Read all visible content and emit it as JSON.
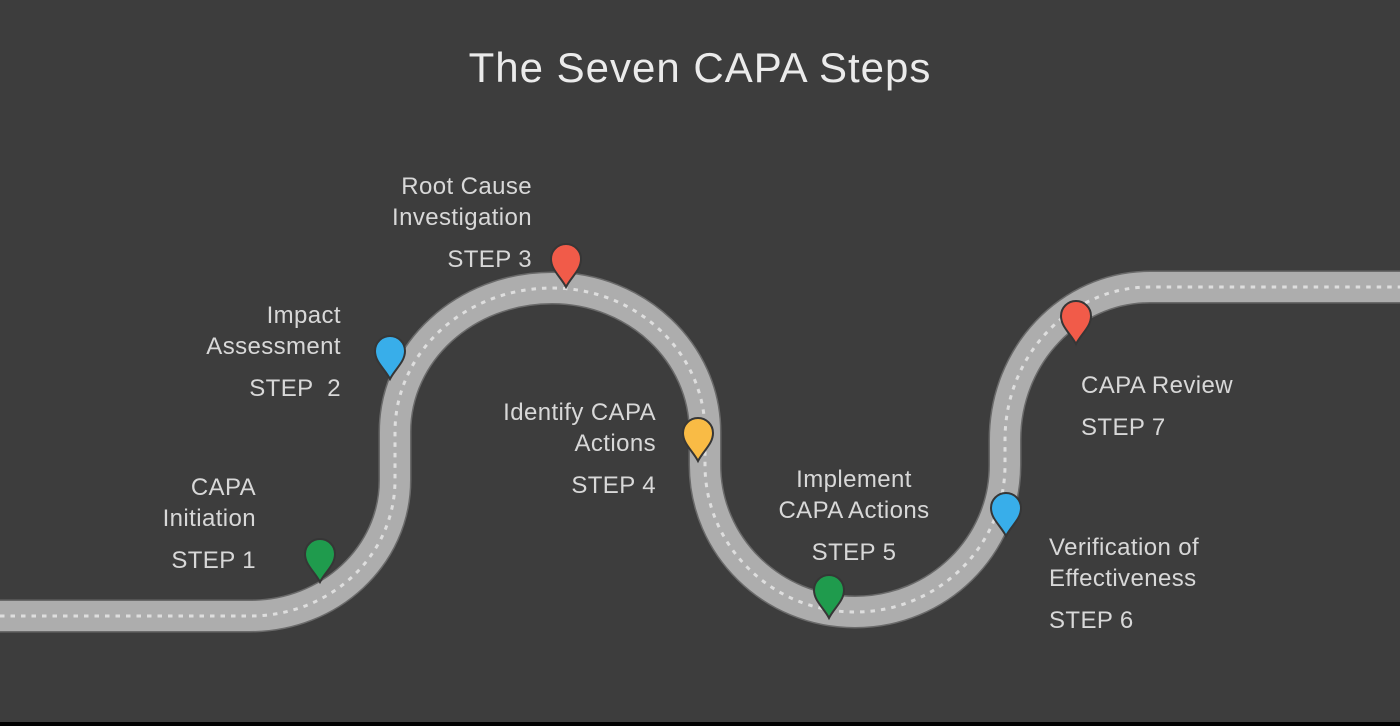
{
  "title": "The Seven CAPA Steps",
  "colors": {
    "background": "#3d3d3d",
    "road_edge": "#8f8f8f",
    "road": "#adadad",
    "dash": "#dedede",
    "title_text": "#ebebeb",
    "label_text": "#d8d8d8",
    "pin_outline": "#363636",
    "pin_green": "#1f9b4d",
    "pin_blue": "#38aeea",
    "pin_red": "#f15b49",
    "pin_yellow": "#f9bb45"
  },
  "steps": [
    {
      "name": "CAPA\nInitiation",
      "step": "STEP 1",
      "pin_color": "green"
    },
    {
      "name": "Impact\nAssessment",
      "step": "STEP  2",
      "pin_color": "blue"
    },
    {
      "name": "Root Cause\nInvestigation",
      "step": "STEP 3",
      "pin_color": "red"
    },
    {
      "name": "Identify CAPA\nActions",
      "step": "STEP 4",
      "pin_color": "yellow"
    },
    {
      "name": "Implement\nCAPA Actions",
      "step": "STEP 5",
      "pin_color": "green"
    },
    {
      "name": "Verification of\nEffectiveness",
      "step": "STEP 6",
      "pin_color": "blue"
    },
    {
      "name": "CAPA Review",
      "step": "STEP 7",
      "pin_color": "red"
    }
  ]
}
